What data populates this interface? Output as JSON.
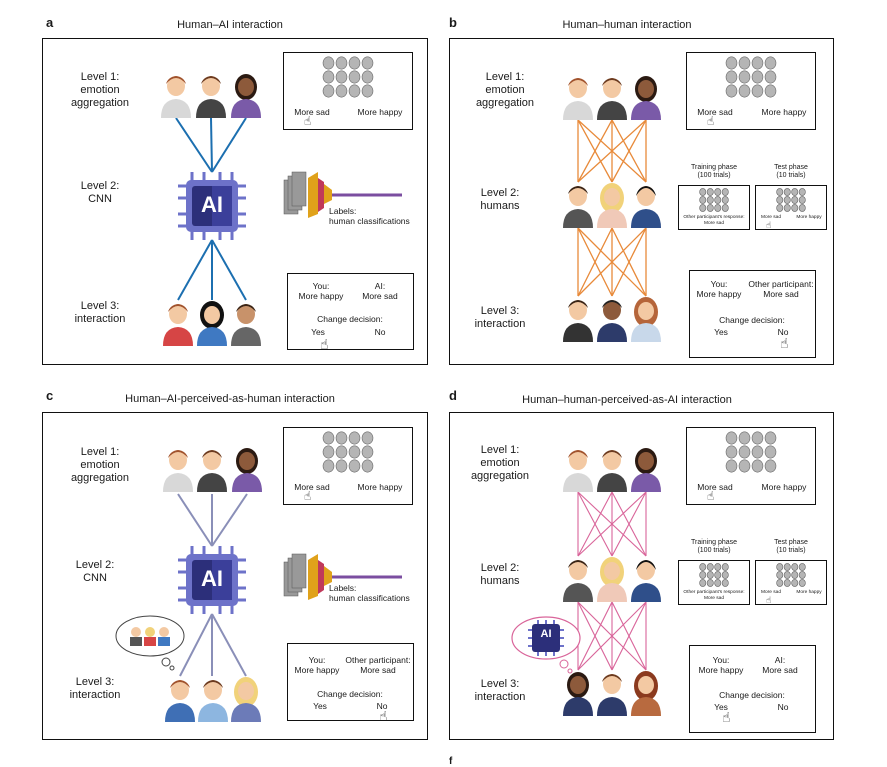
{
  "panels": [
    {
      "id": "a",
      "letter": "a",
      "title": "Human–AI interaction",
      "level1": [
        "Level 1:",
        "emotion",
        "aggregation"
      ],
      "level2": [
        "Level 2:",
        "CNN"
      ],
      "level3": [
        "Level 3:",
        "interaction"
      ],
      "chip_label": "AI",
      "box1": {
        "left": "More sad",
        "right": "More happy"
      },
      "cnn_labels": [
        "Labels:",
        "human classifications"
      ],
      "box3": {
        "you": "You:",
        "you_val": "More happy",
        "other": "AI:",
        "other_val": "More sad",
        "change": "Change decision:",
        "yes": "Yes",
        "no": "No"
      }
    },
    {
      "id": "b",
      "letter": "b",
      "title": "Human–human interaction",
      "level1": [
        "Level 1:",
        "emotion",
        "aggregation"
      ],
      "level2": [
        "Level 2:",
        "humans"
      ],
      "level3": [
        "Level 3:",
        "interaction"
      ],
      "box1": {
        "left": "More sad",
        "right": "More happy"
      },
      "training": {
        "title": [
          "Training phase",
          "(100 trials)"
        ],
        "note": [
          "Other participant's response:",
          "More sad"
        ]
      },
      "test": {
        "title": [
          "Test phase",
          "(10 trials)"
        ],
        "left": "More sad",
        "right": "More happy"
      },
      "box3": {
        "you": "You:",
        "you_val": "More happy",
        "other": "Other participant:",
        "other_val": "More sad",
        "change": "Change decision:",
        "yes": "Yes",
        "no": "No"
      }
    },
    {
      "id": "c",
      "letter": "c",
      "title": "Human–AI-perceived-as-human interaction",
      "level1": [
        "Level 1:",
        "emotion",
        "aggregation"
      ],
      "level2": [
        "Level 2:",
        "CNN"
      ],
      "level3": [
        "Level 3:",
        "interaction"
      ],
      "chip_label": "AI",
      "box1": {
        "left": "More sad",
        "right": "More happy"
      },
      "cnn_labels": [
        "Labels:",
        "human classifications"
      ],
      "box3": {
        "you": "You:",
        "you_val": "More happy",
        "other": "Other participant:",
        "other_val": "More sad",
        "change": "Change decision:",
        "yes": "Yes",
        "no": "No"
      }
    },
    {
      "id": "d",
      "letter": "d",
      "title": "Human–human-perceived-as-AI interaction",
      "level1": [
        "Level 1:",
        "emotion",
        "aggregation"
      ],
      "level2": [
        "Level 2:",
        "humans"
      ],
      "level3": [
        "Level 3:",
        "interaction"
      ],
      "chip_label": "AI",
      "box1": {
        "left": "More sad",
        "right": "More happy"
      },
      "training": {
        "title": [
          "Training phase",
          "(100 trials)"
        ],
        "note": [
          "Other participant's response:",
          "More sad"
        ]
      },
      "test": {
        "title": [
          "Test phase",
          "(10 trials)"
        ],
        "left": "More sad",
        "right": "More happy"
      },
      "box3": {
        "you": "You:",
        "you_val": "More happy",
        "other": "AI:",
        "other_val": "More sad",
        "change": "Change decision:",
        "yes": "Yes",
        "no": "No"
      }
    }
  ],
  "bottom_letter": "f",
  "colors": {
    "line_a": "#1c6fb0",
    "line_b": "#e88a3a",
    "line_c": "#8a8fb8",
    "line_d": "#d9659a",
    "chip": "#3b3f9a"
  }
}
